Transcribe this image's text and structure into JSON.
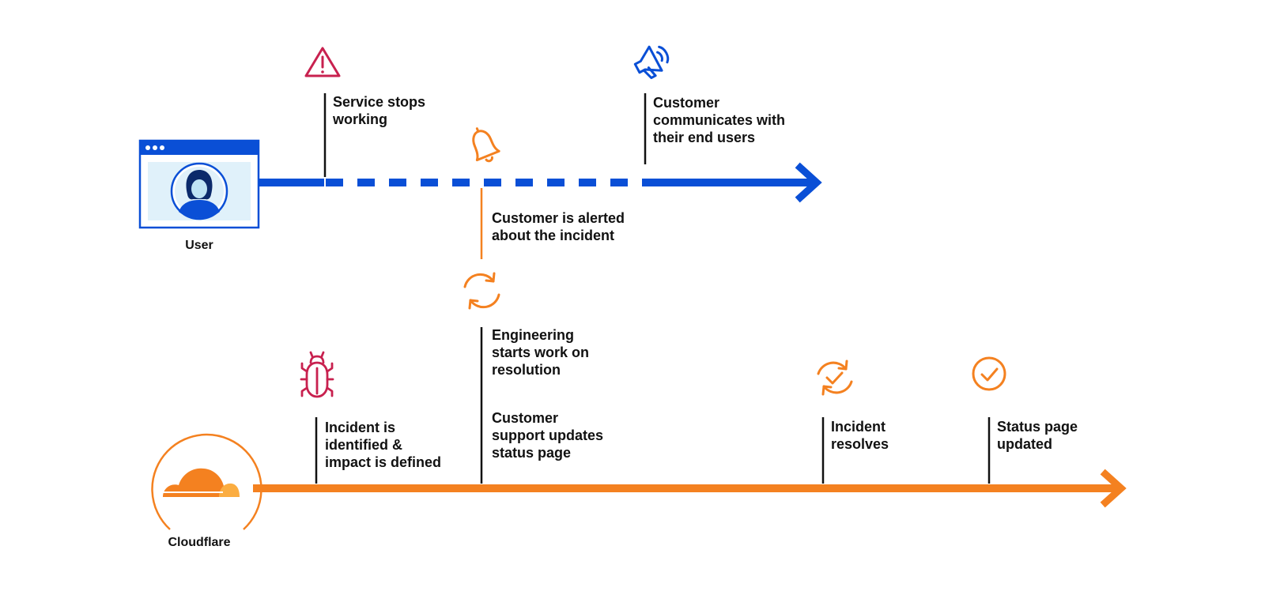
{
  "actors": {
    "user": "User",
    "cloudflare": "Cloudflare"
  },
  "events": {
    "service_stops": "Service stops\nworking",
    "customer_communicates": "Customer\ncommunicates with\ntheir end users",
    "customer_alerted": "Customer is alerted\nabout the incident",
    "engineering_starts": "Engineering\nstarts work on\nresolution",
    "support_updates": "Customer\nsupport updates\nstatus page",
    "incident_identified": "Incident is\nidentified &\nimpact is defined",
    "incident_resolves": "Incident\nresolves",
    "status_updated": "Status page\nupdated"
  },
  "icons": {
    "warning": "warning-icon",
    "megaphone": "megaphone-icon",
    "bell": "bell-icon",
    "sync": "sync-icon",
    "bug": "bug-icon",
    "resolve": "sync-check-icon",
    "check": "check-circle-icon",
    "user": "user-avatar-icon",
    "cloudflare": "cloudflare-logo-icon"
  },
  "colors": {
    "user_timeline": "#0a4fd6",
    "cloudflare_timeline": "#f48120",
    "alert": "#c8214f",
    "text": "#111111"
  }
}
